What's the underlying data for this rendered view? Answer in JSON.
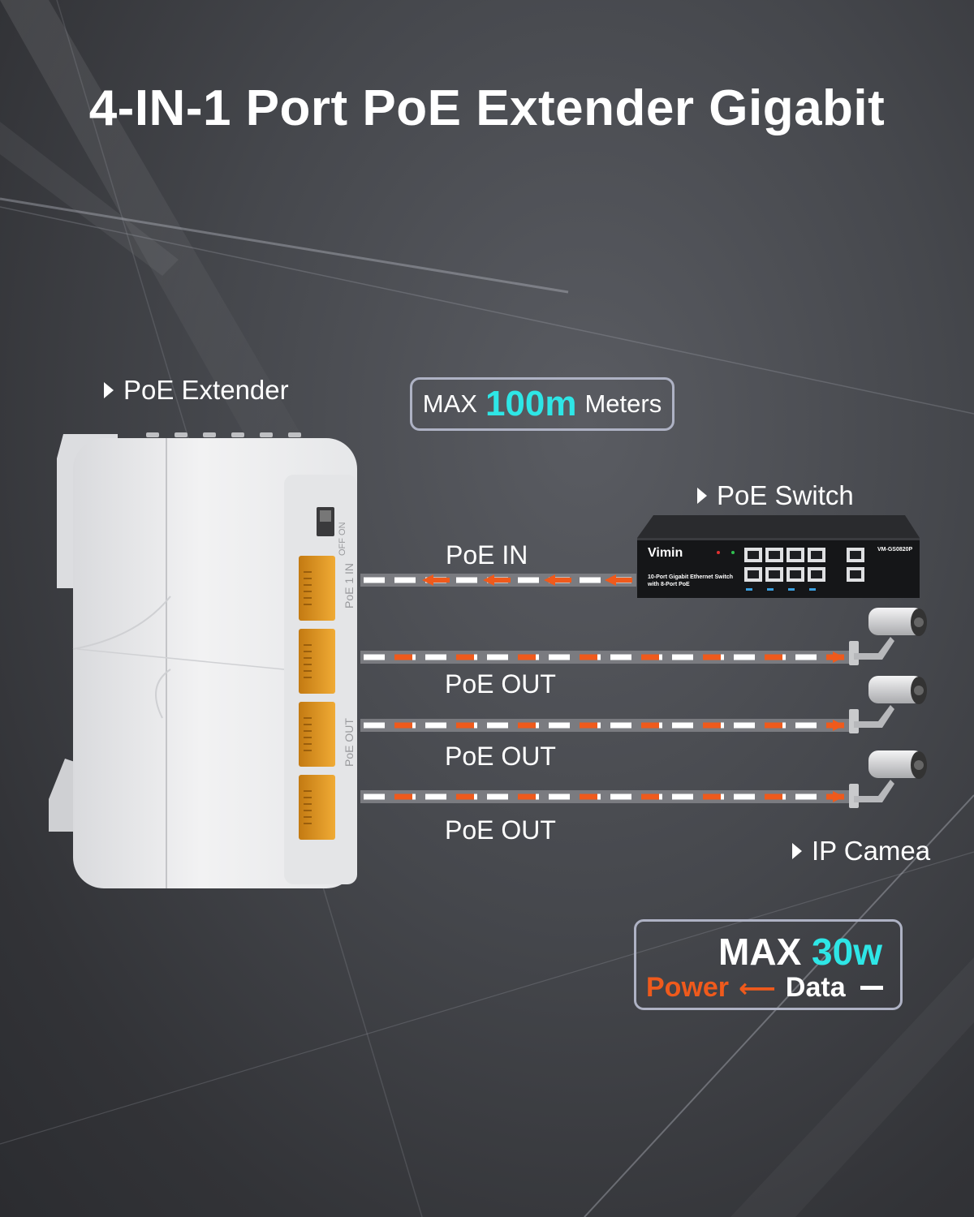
{
  "title": "4-IN-1 Port PoE Extender Gigabit",
  "labels": {
    "extender": "PoE Extender",
    "switch": "PoE Switch",
    "camera": "IP Camea"
  },
  "max_distance": {
    "prefix": "MAX",
    "value": "100m",
    "unit": "Meters"
  },
  "wires": {
    "in_label": "PoE IN",
    "out_labels": [
      "PoE OUT",
      "PoE OUT",
      "PoE OUT"
    ]
  },
  "switch_device": {
    "brand": "Vimin",
    "description_line1": "10-Port Gigabit Ethernet Switch",
    "description_line2": "with 8-Port PoE",
    "model": "VM-GS0820P"
  },
  "extender_device": {
    "side_text_in": "PoE 1 IN",
    "side_text_out": "PoE OUT",
    "switch_text": "OFF ON"
  },
  "max_power": {
    "prefix": "MAX",
    "value": "30w",
    "power_label": "Power",
    "arrow": "⟵",
    "data_label": "Data"
  },
  "colors": {
    "accent_cyan": "#2ee6e6",
    "power_orange": "#ef5a1c",
    "port_orange": "#e39a2a",
    "frame": "#aeb2c4"
  },
  "icons": [
    "triangle-bullet-icon",
    "ip-camera-icon",
    "poe-switch-icon",
    "poe-extender-icon"
  ]
}
